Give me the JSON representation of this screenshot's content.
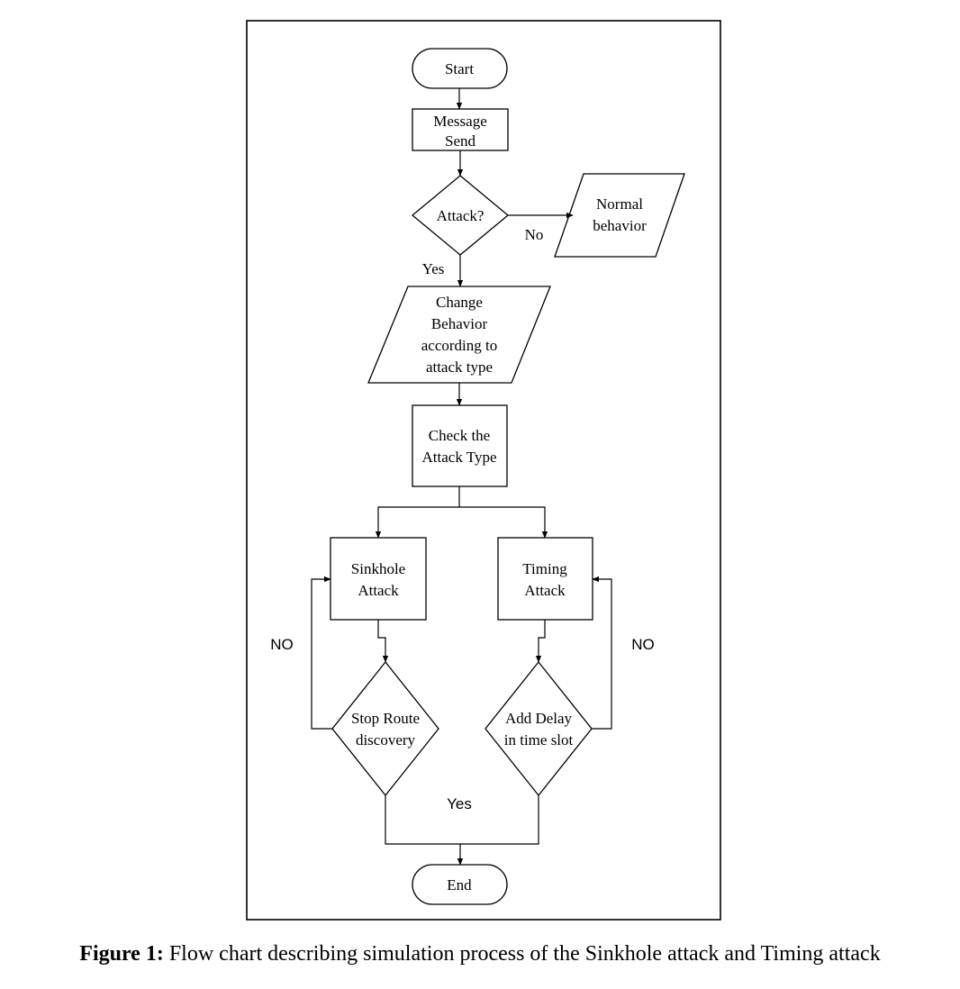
{
  "nodes": {
    "start": "Start",
    "message_send": [
      "Message",
      "Send"
    ],
    "attack_decision": "Attack?",
    "normal_behavior": [
      "Normal",
      "behavior"
    ],
    "change_behavior": [
      "Change",
      "Behavior",
      "according to",
      "attack type"
    ],
    "check_attack_type": [
      "Check the",
      "Attack Type"
    ],
    "sinkhole_attack": [
      "Sinkhole",
      "Attack"
    ],
    "timing_attack": [
      "Timing",
      "Attack"
    ],
    "stop_route_discovery": [
      "Stop Route",
      "discovery"
    ],
    "add_delay": [
      "Add Delay",
      "in time slot"
    ],
    "end": "End"
  },
  "edge_labels": {
    "no_branch": "No",
    "yes_branch": "Yes",
    "sinkhole_loop": "NO",
    "timing_loop": "NO",
    "merge_yes": "Yes"
  },
  "caption": {
    "label": "Figure 1:",
    "text": "Flow chart describing simulation process of the Sinkhole attack and Timing attack"
  }
}
